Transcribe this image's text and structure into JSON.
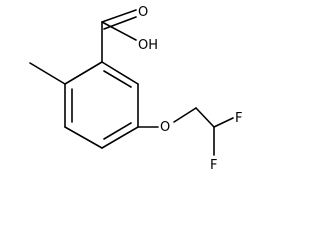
{
  "molecule": {
    "atoms": {
      "carbonyl_oxygen": "O",
      "hydroxyl": "OH",
      "ether_oxygen": "O",
      "fluorine_top": "F",
      "fluorine_bottom": "F"
    },
    "colors": {
      "bond": "#000000",
      "label": "#000000",
      "background": "#ffffff"
    }
  }
}
